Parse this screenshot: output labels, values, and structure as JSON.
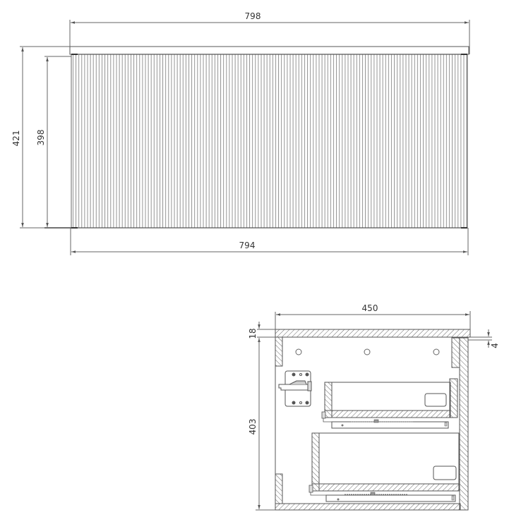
{
  "drawing": {
    "front_view": {
      "dimensions": {
        "top_width": "798",
        "bottom_width": "794",
        "total_height": "421",
        "front_height": "398"
      }
    },
    "section_view": {
      "dimensions": {
        "depth": "450",
        "top_thickness": "18",
        "inner_height": "403",
        "back_offset": "4"
      }
    },
    "colors": {
      "line": "#555555",
      "hatch": "#666666",
      "dim_line": "#666666",
      "text": "#333333"
    }
  }
}
